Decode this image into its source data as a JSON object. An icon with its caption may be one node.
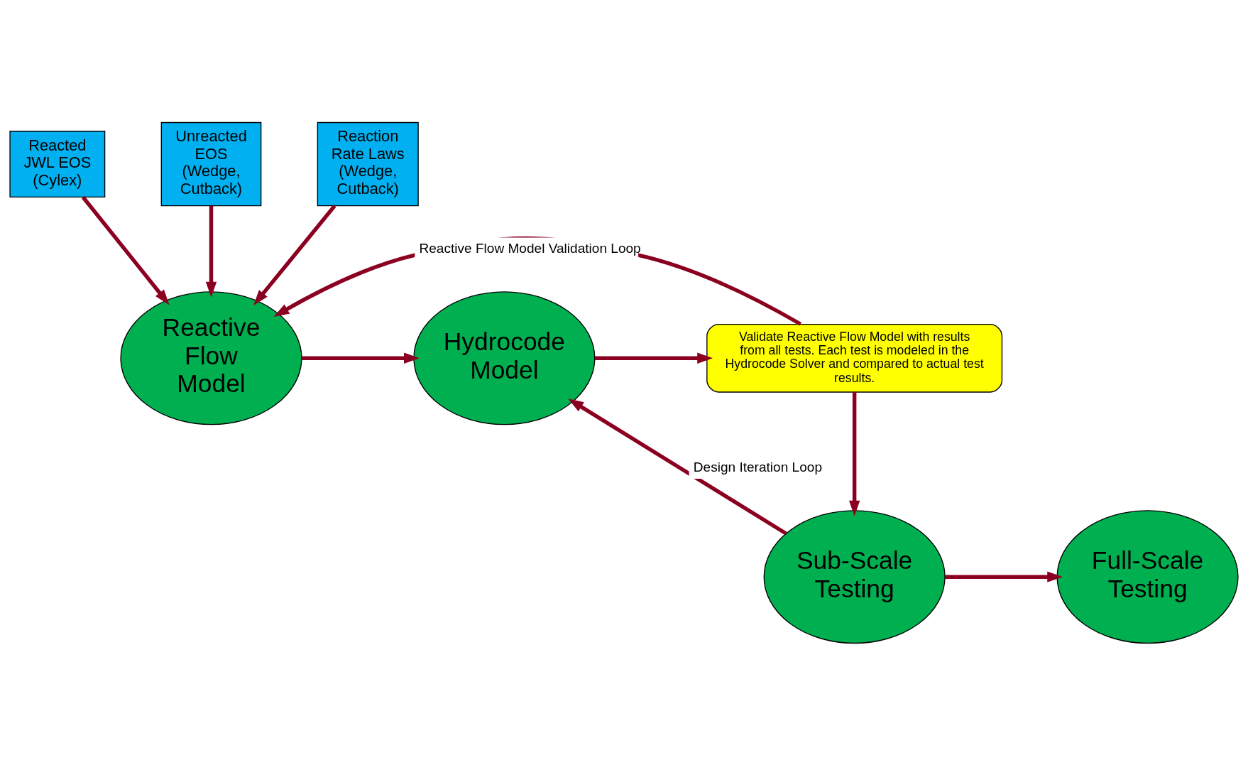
{
  "diagram": {
    "nodes": [
      {
        "text": [
          "Reacted JWL EOS (Cylex)"
        ]
      },
      {
        "text": [
          "Unreacted EOS (Wedge, Cutback)"
        ]
      },
      {
        "text": [
          "Reaction Rate Laws (Wedge, Cutback)"
        ]
      },
      {
        "text": [
          "Reactive Flow Model"
        ]
      },
      {
        "text": [
          "Hydrocode Model"
        ]
      },
      {
        "text": [
          "Validate Reactive Flow Model with results from all tests. Each test is modeled in the Hydrocode Solver and compared to actual test results."
        ]
      },
      {
        "text": [
          "Full-Scale Testing"
        ]
      },
      {
        "text": [
          "Sub-Scale Testing"
        ]
      }
    ],
    "edges": [
      {
        "from": 0,
        "to": 3,
        "arrow": "to"
      },
      {
        "from": 1,
        "to": 3,
        "arrow": "to"
      },
      {
        "from": 2,
        "to": 3,
        "arrow": "to"
      },
      {
        "from": 3,
        "to": 4,
        "arrow": "to"
      },
      {
        "from": 4,
        "to": 5,
        "arrow": "to"
      },
      {
        "from": 5,
        "to": 3,
        "arrow": "to",
        "label": "Reactive Flow Model Validation Loop"
      },
      {
        "from": 5,
        "to": 7,
        "arrow": "to"
      },
      {
        "from": 7,
        "to": 4,
        "arrow": "to",
        "label": "Design Iteration Loop"
      },
      {
        "from": 7,
        "to": 6,
        "arrow": "to"
      }
    ]
  }
}
